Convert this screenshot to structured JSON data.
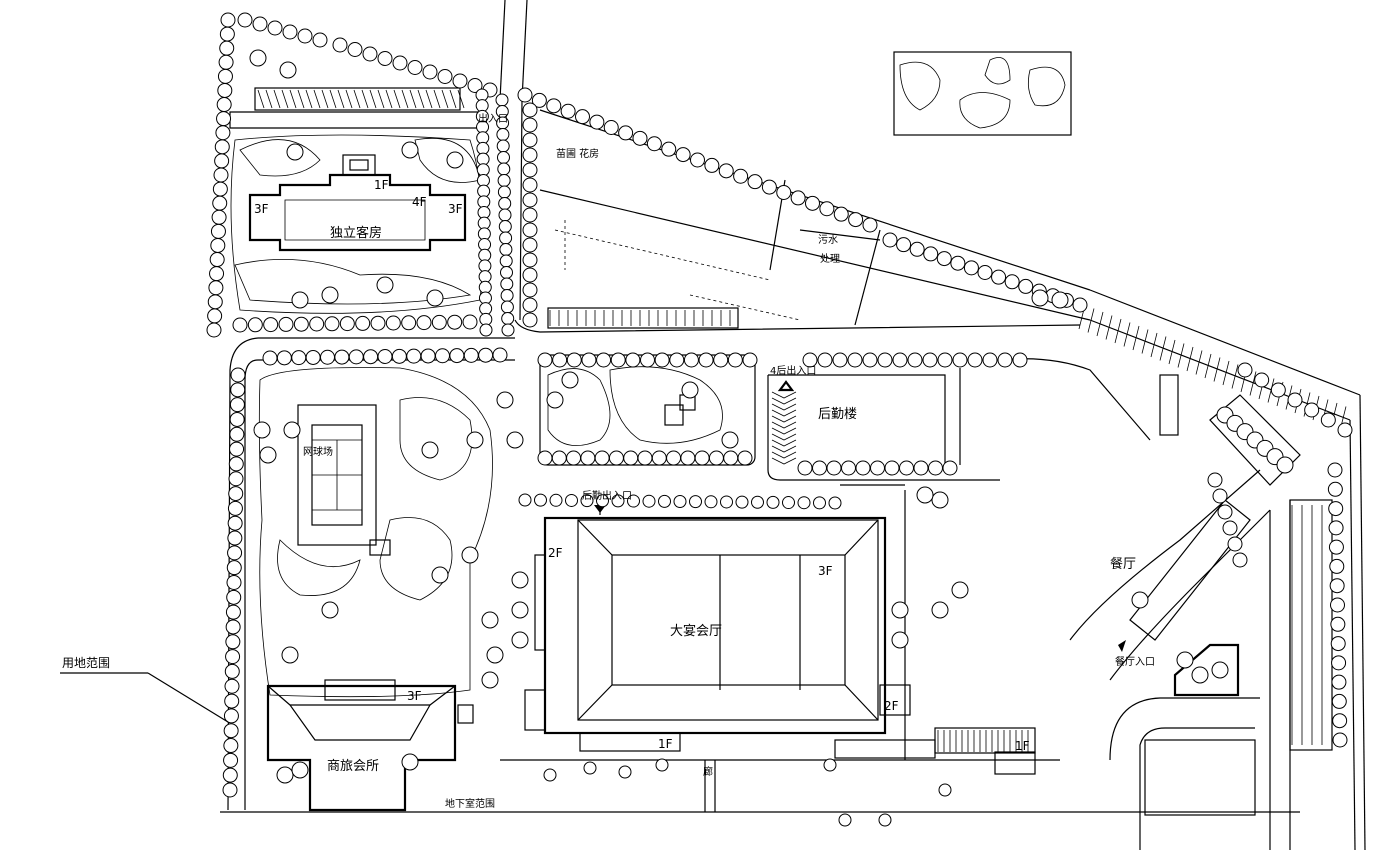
{
  "labels": {
    "independent_guest": "独立客房",
    "tennis": "网球场",
    "banquet": "大宴会厅",
    "business_club": "商旅会所",
    "logistics": "后勤楼",
    "restaurant": "餐厅",
    "sewage_line1": "污水",
    "sewage_line2": "处理",
    "nursery": "苗圃 花房",
    "entrance": "出入口",
    "logistics_entrance_top": "4后出入口",
    "logistics_entrance": "后勤出入口",
    "restaurant_entrance": "餐厅入口",
    "land_boundary": "用地范围",
    "basement_boundary": "地下室范围",
    "corridor": "廊"
  },
  "floors": {
    "guest_1f": "1F",
    "guest_3f_left": "3F",
    "guest_4f": "4F",
    "guest_3f_right": "3F",
    "banquet_2f_left": "2F",
    "banquet_3f": "3F",
    "banquet_2f_right": "2F",
    "banquet_1f": "1F",
    "club_3f": "3F",
    "east_1f": "1F"
  }
}
